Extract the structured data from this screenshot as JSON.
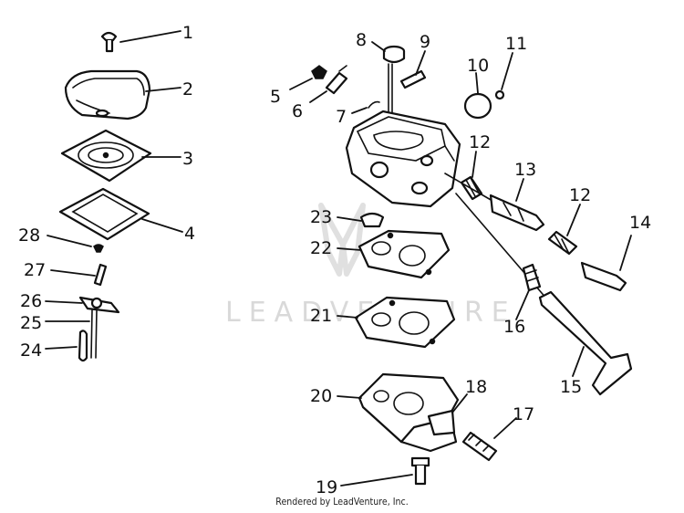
{
  "watermark": {
    "text": "LEADVENTURE"
  },
  "footer": {
    "text": "Rendered by LeadVenture, Inc."
  },
  "callouts": {
    "c1": "1",
    "c2": "2",
    "c3": "3",
    "c4": "4",
    "c5": "5",
    "c6": "6",
    "c7": "7",
    "c8": "8",
    "c9": "9",
    "c10": "10",
    "c11": "11",
    "c12a": "12",
    "c12b": "12",
    "c13": "13",
    "c14": "14",
    "c15": "15",
    "c16": "16",
    "c17": "17",
    "c18": "18",
    "c19": "19",
    "c20": "20",
    "c21": "21",
    "c22": "22",
    "c23": "23",
    "c24": "24",
    "c25": "25",
    "c26": "26",
    "c27": "27",
    "c28": "28"
  }
}
